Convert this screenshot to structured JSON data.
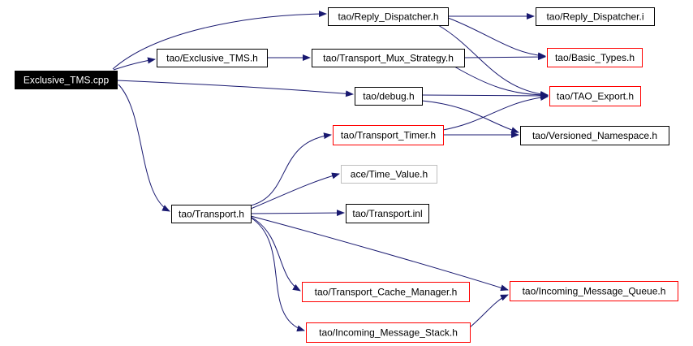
{
  "graph": {
    "colors": {
      "edge": "#191970",
      "root_fill": "#000000",
      "root_text": "#ffffff",
      "normal_border": "#000000",
      "truncated_border": "#ff0000",
      "missing_border": "#bfbfbf",
      "text": "#000000"
    },
    "nodes": [
      {
        "id": "root",
        "label": "Exclusive_TMS.cpp",
        "style": "root"
      },
      {
        "id": "reply_dispatcher_h",
        "label": "tao/Reply_Dispatcher.h",
        "style": "normal"
      },
      {
        "id": "reply_dispatcher_i",
        "label": "tao/Reply_Dispatcher.i",
        "style": "normal"
      },
      {
        "id": "exclusive_tms_h",
        "label": "tao/Exclusive_TMS.h",
        "style": "normal"
      },
      {
        "id": "transport_mux_strategy_h",
        "label": "tao/Transport_Mux_Strategy.h",
        "style": "normal"
      },
      {
        "id": "basic_types_h",
        "label": "tao/Basic_Types.h",
        "style": "truncated"
      },
      {
        "id": "debug_h",
        "label": "tao/debug.h",
        "style": "normal"
      },
      {
        "id": "tao_export_h",
        "label": "tao/TAO_Export.h",
        "style": "truncated"
      },
      {
        "id": "transport_timer_h",
        "label": "tao/Transport_Timer.h",
        "style": "truncated"
      },
      {
        "id": "versioned_namespace_h",
        "label": "tao/Versioned_Namespace.h",
        "style": "normal"
      },
      {
        "id": "time_value_h",
        "label": "ace/Time_Value.h",
        "style": "missing"
      },
      {
        "id": "transport_h",
        "label": "tao/Transport.h",
        "style": "normal"
      },
      {
        "id": "transport_inl",
        "label": "tao/Transport.inl",
        "style": "normal"
      },
      {
        "id": "transport_cache_manager_h",
        "label": "tao/Transport_Cache_Manager.h",
        "style": "truncated"
      },
      {
        "id": "incoming_message_queue_h",
        "label": "tao/Incoming_Message_Queue.h",
        "style": "truncated"
      },
      {
        "id": "incoming_message_stack_h",
        "label": "tao/Incoming_Message_Stack.h",
        "style": "truncated"
      }
    ],
    "edges": [
      {
        "from": "root",
        "to": "reply_dispatcher_h"
      },
      {
        "from": "root",
        "to": "exclusive_tms_h"
      },
      {
        "from": "root",
        "to": "debug_h"
      },
      {
        "from": "root",
        "to": "transport_h"
      },
      {
        "from": "reply_dispatcher_h",
        "to": "reply_dispatcher_i"
      },
      {
        "from": "reply_dispatcher_h",
        "to": "basic_types_h"
      },
      {
        "from": "reply_dispatcher_h",
        "to": "tao_export_h"
      },
      {
        "from": "exclusive_tms_h",
        "to": "transport_mux_strategy_h"
      },
      {
        "from": "transport_mux_strategy_h",
        "to": "basic_types_h"
      },
      {
        "from": "transport_mux_strategy_h",
        "to": "tao_export_h"
      },
      {
        "from": "debug_h",
        "to": "tao_export_h"
      },
      {
        "from": "debug_h",
        "to": "versioned_namespace_h"
      },
      {
        "from": "transport_timer_h",
        "to": "tao_export_h"
      },
      {
        "from": "transport_timer_h",
        "to": "versioned_namespace_h"
      },
      {
        "from": "transport_h",
        "to": "transport_timer_h"
      },
      {
        "from": "transport_h",
        "to": "time_value_h"
      },
      {
        "from": "transport_h",
        "to": "transport_inl"
      },
      {
        "from": "transport_h",
        "to": "transport_cache_manager_h"
      },
      {
        "from": "transport_h",
        "to": "incoming_message_queue_h"
      },
      {
        "from": "transport_h",
        "to": "incoming_message_stack_h"
      },
      {
        "from": "incoming_message_stack_h",
        "to": "incoming_message_queue_h"
      }
    ]
  }
}
